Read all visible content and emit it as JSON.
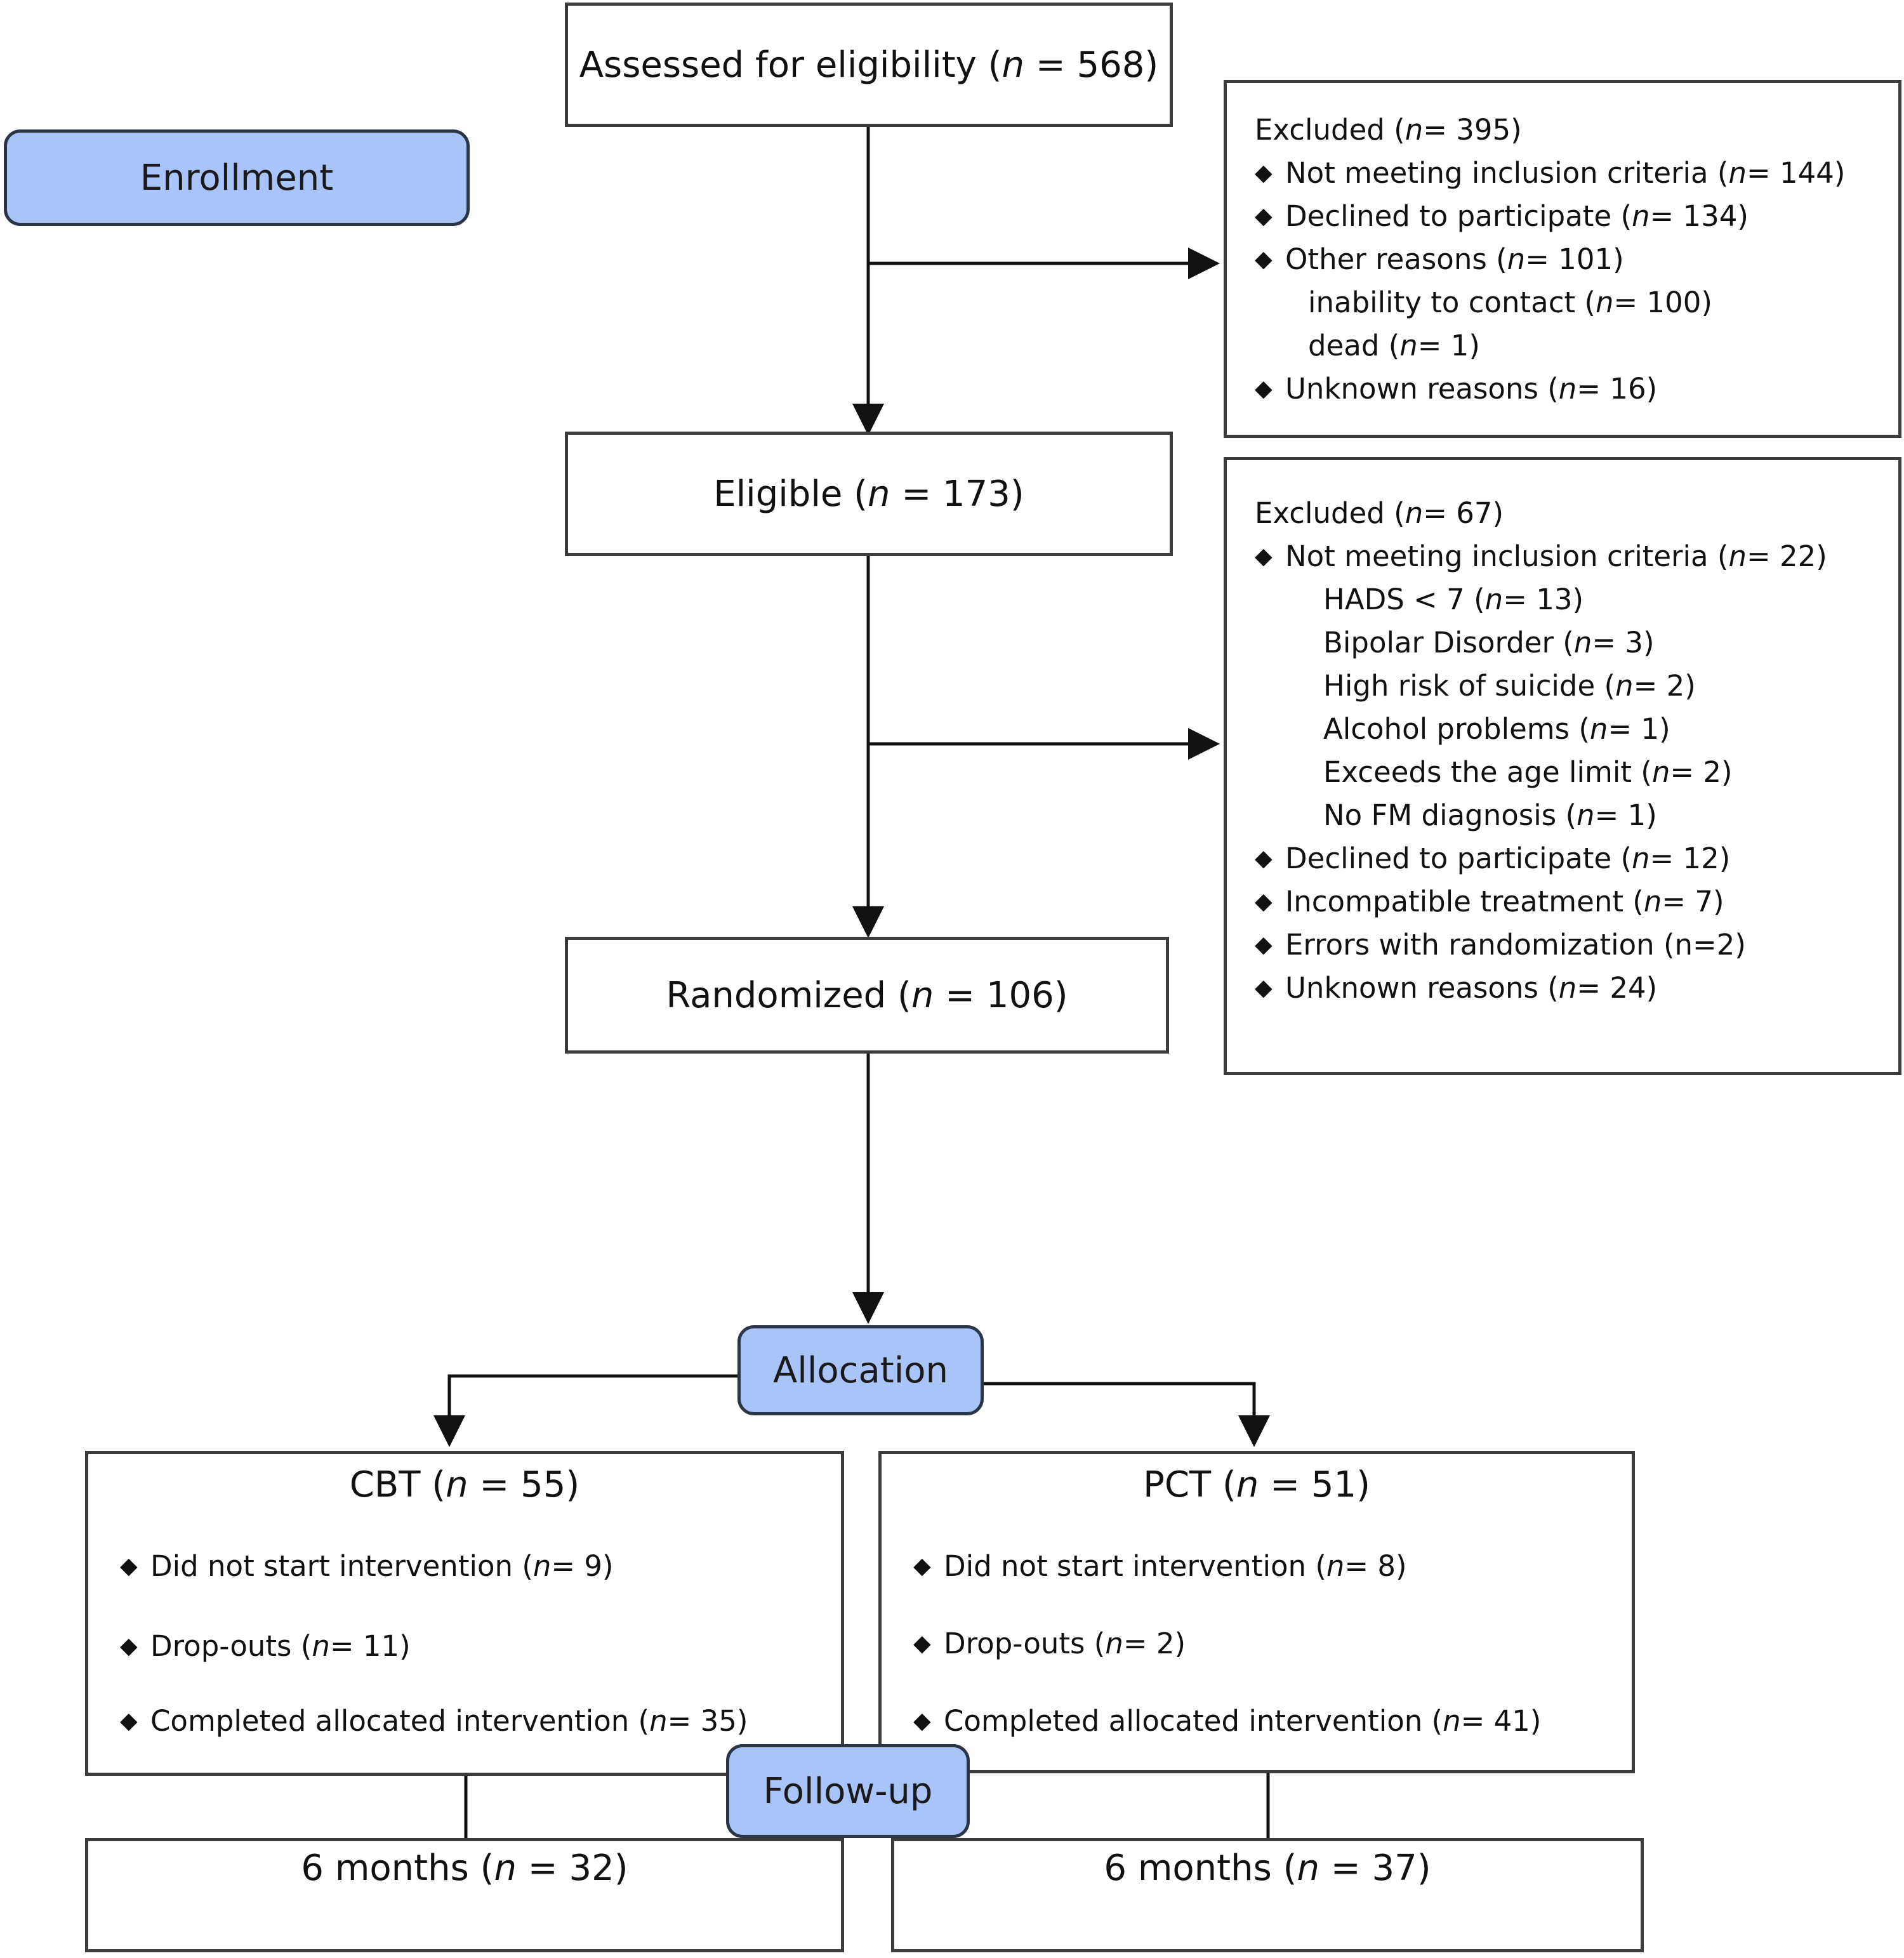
{
  "stages": {
    "enrollment": "Enrollment",
    "allocation": "Allocation",
    "follow_up": "Follow-up"
  },
  "assessed": {
    "prefix": "Assessed for eligibility (",
    "n": "n",
    "rest": " = 568)"
  },
  "eligible": {
    "prefix": "Eligible (",
    "n": "n",
    "rest": " = 173)"
  },
  "randomized": {
    "prefix": "Randomized (",
    "n": "n",
    "rest": " = 106)"
  },
  "excluded_1": {
    "lines": [
      {
        "level": 1,
        "bullet": false,
        "pre": "Excluded (",
        "n": "n",
        "post": " = 395)"
      },
      {
        "level": 1,
        "bullet": true,
        "pre": "Not meeting inclusion criteria (",
        "n": "n",
        "post": " = 144)"
      },
      {
        "level": 1,
        "bullet": true,
        "pre": "Declined to participate (",
        "n": "n",
        "post": " = 134)"
      },
      {
        "level": 1,
        "bullet": true,
        "pre": "Other reasons ( ",
        "n": "n",
        "post": " = 101)"
      },
      {
        "level": 2,
        "bullet": false,
        "pre": "inability to contact (",
        "n": "n",
        "post": "= 100)"
      },
      {
        "level": 2,
        "bullet": false,
        "pre": "dead (",
        "n": "n",
        "post": "= 1)"
      },
      {
        "level": 1,
        "bullet": true,
        "pre": "Unknown reasons  (",
        "n": "n",
        "post": " = 16)"
      }
    ]
  },
  "excluded_2": {
    "lines": [
      {
        "level": 1,
        "bullet": false,
        "pre": "Excluded (",
        "n": "n",
        "post": " = 67)"
      },
      {
        "level": 1,
        "bullet": true,
        "pre": "Not meeting inclusion criteria (",
        "n": "n",
        "post": " = 22)"
      },
      {
        "level": 3,
        "bullet": false,
        "pre": "HADS < 7 (",
        "n": "n",
        "post": " = 13)"
      },
      {
        "level": 3,
        "bullet": false,
        "pre": "Bipolar Disorder (",
        "n": "n",
        "post": " = 3)"
      },
      {
        "level": 3,
        "bullet": false,
        "pre": "High risk of suicide (",
        "n": "n",
        "post": " = 2)"
      },
      {
        "level": 3,
        "bullet": false,
        "pre": "Alcohol problems (",
        "n": "n",
        "post": " = 1)"
      },
      {
        "level": 3,
        "bullet": false,
        "pre": "Exceeds the age limit (",
        "n": "n",
        "post": " = 2)"
      },
      {
        "level": 3,
        "bullet": false,
        "pre": "No FM diagnosis (",
        "n": "n",
        "post": " = 1)"
      },
      {
        "level": 1,
        "bullet": true,
        "pre": "Declined to participate (",
        "n": "n",
        "post": " = 12)"
      },
      {
        "level": 1,
        "bullet": true,
        "pre": "Incompatible treatment (",
        "n": "n",
        "post": " = 7)"
      },
      {
        "level": 1,
        "bullet": true,
        "pre": "Errors with randomization (n=2)",
        "n": "",
        "post": ""
      },
      {
        "level": 1,
        "bullet": true,
        "pre": "Unknown reasons (",
        "n": "n",
        "post": " = 24)"
      }
    ]
  },
  "cbt": {
    "title": {
      "pre": "CBT (",
      "n": "n",
      "post": " = 55)"
    },
    "items": [
      {
        "pre": "Did not start intervention (",
        "n": "n",
        "post": " = 9)"
      },
      {
        "pre": "Drop-outs (",
        "n": "n",
        "post": " = 11)"
      },
      {
        "pre": "Completed allocated intervention (",
        "n": "n",
        "post": " = 35)"
      }
    ]
  },
  "pct": {
    "title": {
      "pre": "PCT (",
      "n": "n",
      "post": " = 51)"
    },
    "items": [
      {
        "pre": "Did not start intervention (",
        "n": "n",
        "post": " = 8)"
      },
      {
        "pre": "Drop-outs (",
        "n": "n",
        "post": " = 2)"
      },
      {
        "pre": " Completed allocated intervention (",
        "n": "n",
        "post": " = 41)"
      }
    ]
  },
  "six_months_cbt": {
    "pre": "6 months (",
    "n": "n",
    "post": " = 32)"
  },
  "six_months_pct": {
    "pre": "6 months (",
    "n": "n",
    "post": " = 37)"
  },
  "bullet_glyph": "◆",
  "colors": {
    "stage_fill": "#a8c4f8",
    "stage_border": "#2b3548",
    "box_border": "#3c3c3c"
  }
}
